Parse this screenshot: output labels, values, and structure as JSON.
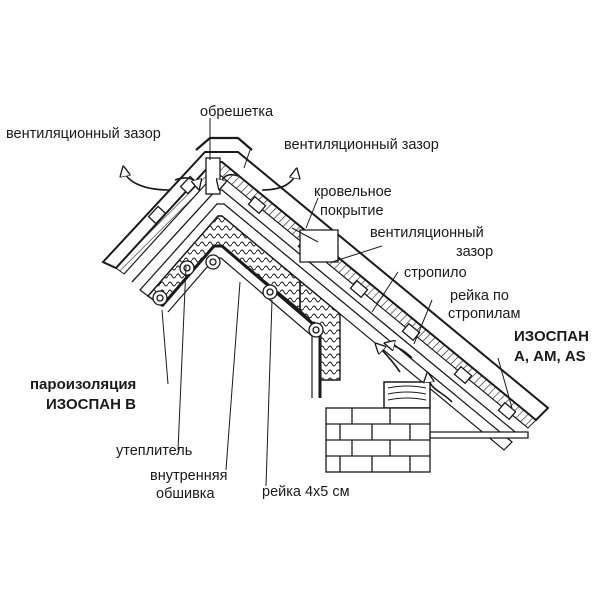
{
  "labels": {
    "vent_gap_left": "вентиляционный зазор",
    "lathing": "обрешетка",
    "vent_gap_right": "вентиляционный зазор",
    "roofing_line1": "кровельное",
    "roofing_line2": "покрытие",
    "vent_gap_mid_line1": "вентиляционный",
    "vent_gap_mid_line2": "зазор",
    "rafter": "стропило",
    "counter_batten_line1": "рейка по",
    "counter_batten_line2": "стропилам",
    "izospan_outer_line1": "ИЗОСПАН",
    "izospan_outer_line2": "А, АМ, AS",
    "vapor_barrier_line1": "пароизоляция",
    "vapor_barrier_line2": "ИЗОСПАН В",
    "insulation": "утеплитель",
    "inner_lining_line1": "внутренняя",
    "inner_lining_line2": "обшивка",
    "batten_size": "рейка 4х5 см"
  },
  "colors": {
    "ink": "#1a1a1a",
    "wood": "#9a9a9a",
    "background": "#ffffff"
  },
  "icons": [
    "airflow-arrow-icon",
    "wood-grain-icon",
    "brick-pattern-icon"
  ]
}
